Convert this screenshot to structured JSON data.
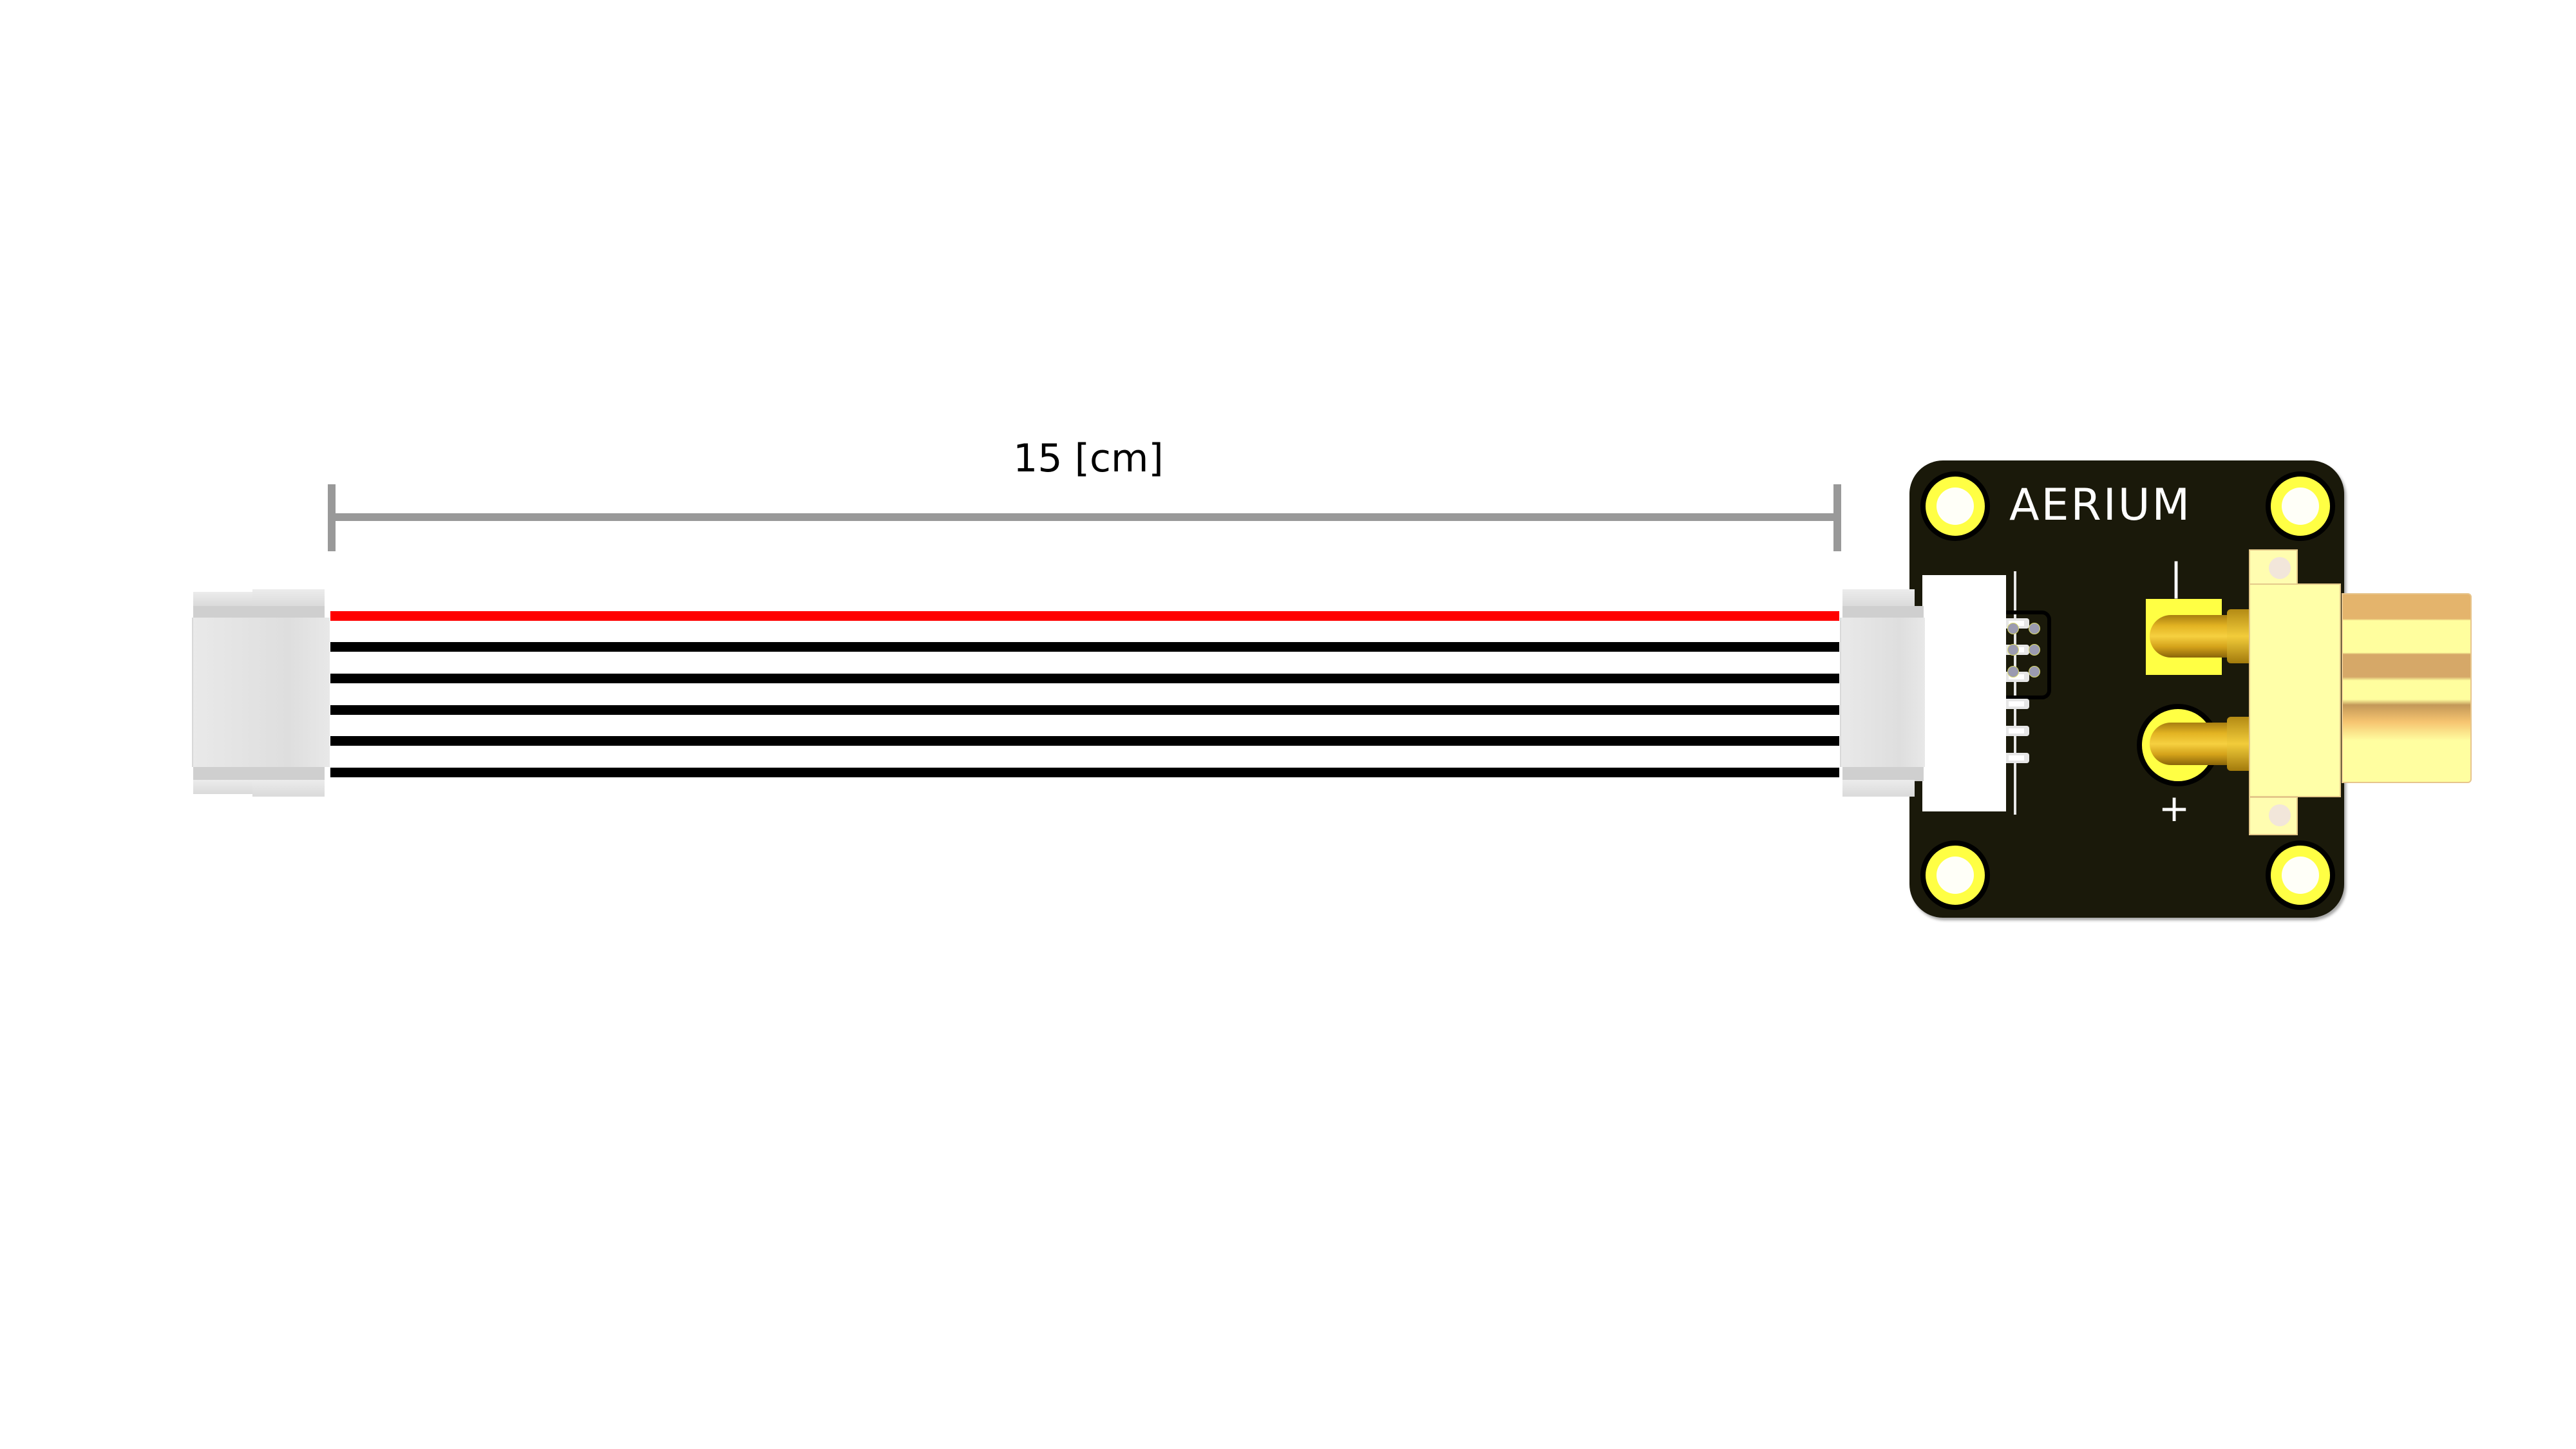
{
  "dimension": {
    "label": "15 [cm]",
    "line_color": "#999999"
  },
  "cable": {
    "wire_count": 6,
    "wires": [
      {
        "color": "#ff0000",
        "name": "red"
      },
      {
        "color": "#000000",
        "name": "black"
      },
      {
        "color": "#000000",
        "name": "black"
      },
      {
        "color": "#000000",
        "name": "black"
      },
      {
        "color": "#000000",
        "name": "black"
      },
      {
        "color": "#000000",
        "name": "black"
      }
    ],
    "connector_color": "#e6e6e6"
  },
  "board": {
    "brand": "AERIUM",
    "pcb_color": "#1a190a",
    "pad_color": "#ffff44",
    "pins": {
      "negative_label": "|",
      "positive_label": "+"
    },
    "connector_color": "#fffea0"
  }
}
